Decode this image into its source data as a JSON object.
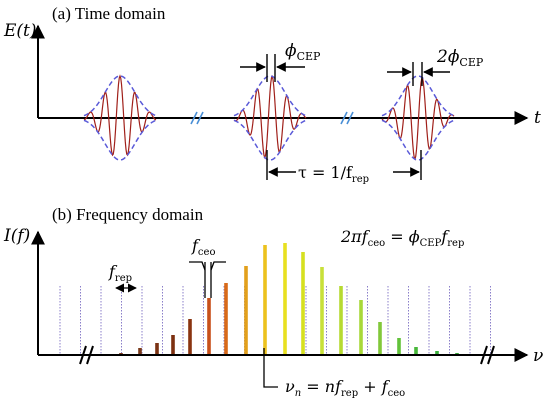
{
  "panel_a": {
    "title": "(a) Time domain",
    "y_axis_label": "E(t)",
    "x_axis_label": "t",
    "phase_label_1": "ϕ",
    "phase_label_1_sub": "CEP",
    "phase_label_2": "2ϕ",
    "phase_label_2_sub": "CEP",
    "period_label": "τ = 1/f",
    "period_label_sub": "rep",
    "envelope_color": "#5a5ad8",
    "carrier_color": "#a0201a"
  },
  "panel_b": {
    "title": "(b) Frequency domain",
    "y_axis_label": "I(f)",
    "x_axis_label": "ν",
    "frep_label": "f",
    "frep_sub": "rep",
    "fceo_label": "f",
    "fceo_sub": "ceo",
    "relation_label": "2πf",
    "relation_sub1": "ceo",
    "relation_eq": " = ϕ",
    "relation_sub2": "CEP",
    "relation_f": "f",
    "relation_sub3": "rep",
    "mode_label": "ν",
    "mode_sub": "n",
    "mode_eq": " = nf",
    "mode_sub2": "rep",
    "mode_plus": " + f",
    "mode_sub3": "ceo",
    "grid_line_color": "#8a7ec9"
  }
}
